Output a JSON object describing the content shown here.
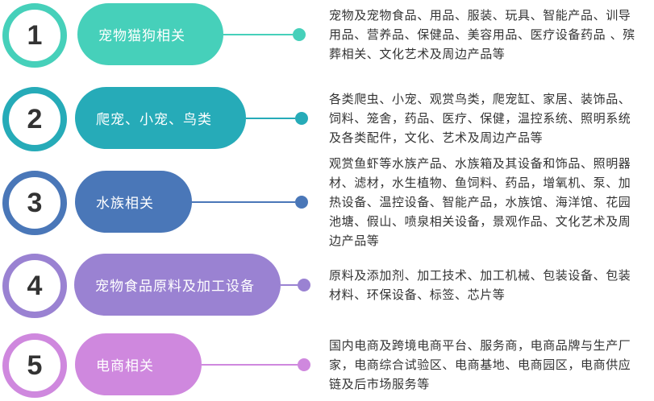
{
  "items": [
    {
      "number": "1",
      "title": "宠物猫狗相关",
      "color": "#46d0ba",
      "lines": [
        "宠物及宠物食品、用品、服装、玩具、智能产品、训导",
        "用品、营养品、保健品、美容用品、医疗设备药品 、殡",
        "葬相关、文化艺术及周边产品等"
      ]
    },
    {
      "number": "2",
      "title": "爬宠、小宠、鸟类",
      "color": "#26abb8",
      "lines": [
        "各类爬虫、小宠、观赏鸟类，爬宠缸、家居、装饰品、",
        "饲料、笼舍，药品、医疗、保健，温控系统、照明系统",
        "及各类配件，文化、艺术及周边产品等"
      ]
    },
    {
      "number": "3",
      "title": "水族相关",
      "color": "#4a77b8",
      "lines": [
        "观赏鱼虾等水族产品、水族箱及其设备和饰品、照明器",
        "材、滤材，水生植物、鱼饲料、药品，增氧机、泵、加",
        "热设备、温控设备、智能产品，水族馆、海洋馆、花园",
        "池塘、假山、喷泉相关设备，景观作品、文化艺术及周",
        "边产品等"
      ]
    },
    {
      "number": "4",
      "title": "宠物食品原料及加工设备",
      "color": "#9a82d2",
      "lines": [
        "原料及添加剂、加工技术、加工机械、包装设备、包装",
        "材料、环保设备、标签、芯片等"
      ]
    },
    {
      "number": "5",
      "title": "电商相关",
      "color": "#cf88de",
      "lines": [
        "国内电商及跨境电商平台、服务商，电商品牌与生产厂",
        "家，电商综合试验区、电商基地、电商园区，电商供应",
        "链及后市场服务等"
      ]
    }
  ]
}
